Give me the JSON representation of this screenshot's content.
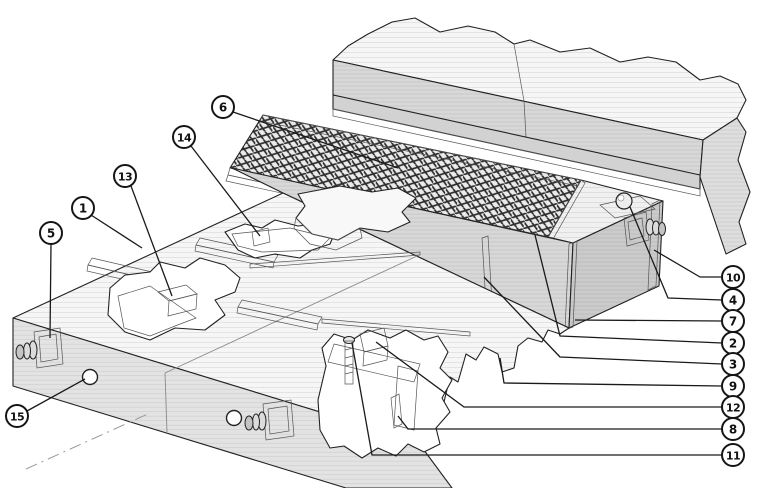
{
  "figure": {
    "callouts": {
      "n1": "1",
      "n2": "2",
      "n3": "3",
      "n4": "4",
      "n5": "5",
      "n6": "6",
      "n7": "7",
      "n8": "8",
      "n9": "9",
      "n10": "10",
      "n11": "11",
      "n12": "12",
      "n13": "13",
      "n14": "14",
      "n15": "15"
    },
    "colors": {
      "ink": "#1a1a1a",
      "paper": "#ffffff",
      "light_face": "#f4f4f4",
      "mid_face": "#d6d6d6",
      "dark_face": "#c6c6c6"
    }
  }
}
